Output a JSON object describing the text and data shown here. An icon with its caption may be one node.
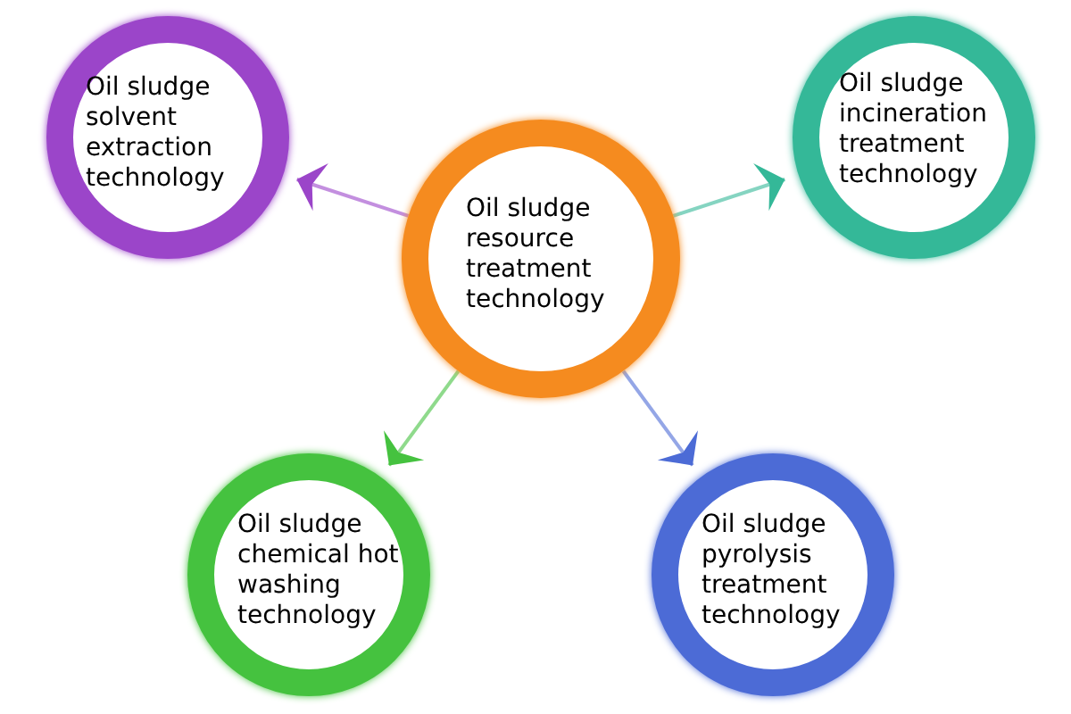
{
  "diagram": {
    "nodes": [
      {
        "text": [
          "Oil sludge resource treatment technology"
        ]
      },
      {
        "text": [
          "Oil sludge solvent extraction technology"
        ]
      },
      {
        "text": [
          "Oil sludge incineration treatment technology"
        ]
      },
      {
        "text": [
          "Oil sludge chemical hot washing technology"
        ]
      },
      {
        "text": [
          "Oil sludge pyrolysis treatment technology"
        ]
      }
    ],
    "edges": [
      {
        "from": 0,
        "to": 1,
        "arrow": "to",
        "color": "#9b45c9"
      },
      {
        "from": 0,
        "to": 2,
        "arrow": "to",
        "color": "#34b898"
      },
      {
        "from": 0,
        "to": 3,
        "arrow": "to",
        "color": "#45c23f"
      },
      {
        "from": 0,
        "to": 4,
        "arrow": "to",
        "color": "#4c6bd6"
      }
    ]
  }
}
